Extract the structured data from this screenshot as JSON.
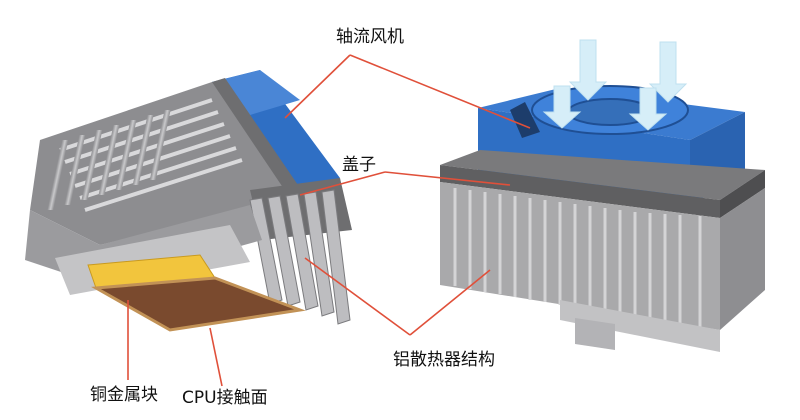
{
  "labels": {
    "axial_fan": "轴流风机",
    "cover": "盖子",
    "aluminum_heatsink": "铝散热器结构",
    "copper_block": "铜金属块",
    "cpu_contact_surface": "CPU接触面"
  },
  "colors": {
    "fan_blue": "#2f6fc4",
    "cover_gray": "#6e6e70",
    "fin_gray": "#a9a9ab",
    "copper_yellow": "#f2c53d",
    "cpu_brown": "#7a4a2e",
    "arrow_light_blue": "#d6eef8",
    "pointer_line_red": "#e0503a"
  },
  "icons": [
    "airflow-arrow-icon"
  ]
}
